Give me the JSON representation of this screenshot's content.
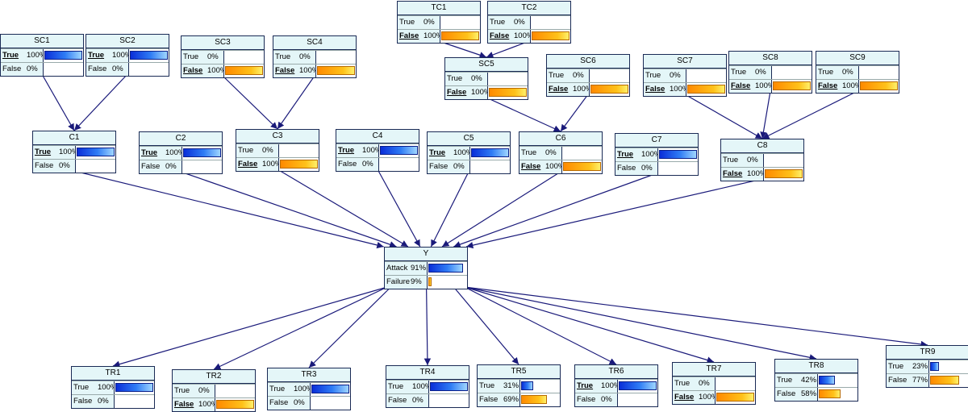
{
  "colors": {
    "node_bg": "#e4f6f8",
    "border": "#1a2a55",
    "edge": "#1a1a7a",
    "true_bar": "#1a55f0",
    "false_bar": "#ffb010"
  },
  "nodes": [
    {
      "id": "SC1",
      "rows": [
        {
          "state": "True",
          "pct": "100%",
          "value": 1.0,
          "evidence": true,
          "color": "blue"
        },
        {
          "state": "False",
          "pct": "0%",
          "value": 0.0,
          "evidence": false,
          "color": "orange"
        }
      ]
    },
    {
      "id": "SC2",
      "rows": [
        {
          "state": "True",
          "pct": "100%",
          "value": 1.0,
          "evidence": true,
          "color": "blue"
        },
        {
          "state": "False",
          "pct": "0%",
          "value": 0.0,
          "evidence": false,
          "color": "orange"
        }
      ]
    },
    {
      "id": "SC3",
      "rows": [
        {
          "state": "True",
          "pct": "0%",
          "value": 0.0,
          "evidence": false,
          "color": "blue"
        },
        {
          "state": "False",
          "pct": "100%",
          "value": 1.0,
          "evidence": true,
          "color": "orange"
        }
      ]
    },
    {
      "id": "SC4",
      "rows": [
        {
          "state": "True",
          "pct": "0%",
          "value": 0.0,
          "evidence": false,
          "color": "blue"
        },
        {
          "state": "False",
          "pct": "100%",
          "value": 1.0,
          "evidence": true,
          "color": "orange"
        }
      ]
    },
    {
      "id": "TC1",
      "rows": [
        {
          "state": "True",
          "pct": "0%",
          "value": 0.0,
          "evidence": false,
          "color": "blue"
        },
        {
          "state": "False",
          "pct": "100%",
          "value": 1.0,
          "evidence": true,
          "color": "orange"
        }
      ]
    },
    {
      "id": "TC2",
      "rows": [
        {
          "state": "True",
          "pct": "0%",
          "value": 0.0,
          "evidence": false,
          "color": "blue"
        },
        {
          "state": "False",
          "pct": "100%",
          "value": 1.0,
          "evidence": true,
          "color": "orange"
        }
      ]
    },
    {
      "id": "SC5",
      "rows": [
        {
          "state": "True",
          "pct": "0%",
          "value": 0.0,
          "evidence": false,
          "color": "blue"
        },
        {
          "state": "False",
          "pct": "100%",
          "value": 1.0,
          "evidence": true,
          "color": "orange"
        }
      ]
    },
    {
      "id": "SC6",
      "rows": [
        {
          "state": "True",
          "pct": "0%",
          "value": 0.0,
          "evidence": false,
          "color": "blue"
        },
        {
          "state": "False",
          "pct": "100%",
          "value": 1.0,
          "evidence": true,
          "color": "orange"
        }
      ]
    },
    {
      "id": "SC7",
      "rows": [
        {
          "state": "True",
          "pct": "0%",
          "value": 0.0,
          "evidence": false,
          "color": "blue"
        },
        {
          "state": "False",
          "pct": "100%",
          "value": 1.0,
          "evidence": true,
          "color": "orange"
        }
      ]
    },
    {
      "id": "SC8",
      "rows": [
        {
          "state": "True",
          "pct": "0%",
          "value": 0.0,
          "evidence": false,
          "color": "blue"
        },
        {
          "state": "False",
          "pct": "100%",
          "value": 1.0,
          "evidence": true,
          "color": "orange"
        }
      ]
    },
    {
      "id": "SC9",
      "rows": [
        {
          "state": "True",
          "pct": "0%",
          "value": 0.0,
          "evidence": false,
          "color": "blue"
        },
        {
          "state": "False",
          "pct": "100%",
          "value": 1.0,
          "evidence": true,
          "color": "orange"
        }
      ]
    },
    {
      "id": "C1",
      "rows": [
        {
          "state": "True",
          "pct": "100%",
          "value": 1.0,
          "evidence": true,
          "color": "blue"
        },
        {
          "state": "False",
          "pct": "0%",
          "value": 0.0,
          "evidence": false,
          "color": "orange"
        }
      ]
    },
    {
      "id": "C2",
      "rows": [
        {
          "state": "True",
          "pct": "100%",
          "value": 1.0,
          "evidence": true,
          "color": "blue"
        },
        {
          "state": "False",
          "pct": "0%",
          "value": 0.0,
          "evidence": false,
          "color": "orange"
        }
      ]
    },
    {
      "id": "C3",
      "rows": [
        {
          "state": "True",
          "pct": "0%",
          "value": 0.0,
          "evidence": false,
          "color": "blue"
        },
        {
          "state": "False",
          "pct": "100%",
          "value": 1.0,
          "evidence": true,
          "color": "orange"
        }
      ]
    },
    {
      "id": "C4",
      "rows": [
        {
          "state": "True",
          "pct": "100%",
          "value": 1.0,
          "evidence": true,
          "color": "blue"
        },
        {
          "state": "False",
          "pct": "0%",
          "value": 0.0,
          "evidence": false,
          "color": "orange"
        }
      ]
    },
    {
      "id": "C5",
      "rows": [
        {
          "state": "True",
          "pct": "100%",
          "value": 1.0,
          "evidence": true,
          "color": "blue"
        },
        {
          "state": "False",
          "pct": "0%",
          "value": 0.0,
          "evidence": false,
          "color": "orange"
        }
      ]
    },
    {
      "id": "C6",
      "rows": [
        {
          "state": "True",
          "pct": "0%",
          "value": 0.0,
          "evidence": false,
          "color": "blue"
        },
        {
          "state": "False",
          "pct": "100%",
          "value": 1.0,
          "evidence": true,
          "color": "orange"
        }
      ]
    },
    {
      "id": "C7",
      "rows": [
        {
          "state": "True",
          "pct": "100%",
          "value": 1.0,
          "evidence": true,
          "color": "blue"
        },
        {
          "state": "False",
          "pct": "0%",
          "value": 0.0,
          "evidence": false,
          "color": "orange"
        }
      ]
    },
    {
      "id": "C8",
      "rows": [
        {
          "state": "True",
          "pct": "0%",
          "value": 0.0,
          "evidence": false,
          "color": "blue"
        },
        {
          "state": "False",
          "pct": "100%",
          "value": 1.0,
          "evidence": true,
          "color": "orange"
        }
      ]
    },
    {
      "id": "Y",
      "rows": [
        {
          "state": "Attack",
          "pct": "91%",
          "value": 0.91,
          "evidence": false,
          "color": "blue"
        },
        {
          "state": "Failure",
          "pct": "9%",
          "value": 0.09,
          "evidence": false,
          "color": "orange"
        }
      ]
    },
    {
      "id": "TR1",
      "rows": [
        {
          "state": "True",
          "pct": "100%",
          "value": 1.0,
          "evidence": false,
          "color": "blue"
        },
        {
          "state": "False",
          "pct": "0%",
          "value": 0.0,
          "evidence": false,
          "color": "orange"
        }
      ]
    },
    {
      "id": "TR2",
      "rows": [
        {
          "state": "True",
          "pct": "0%",
          "value": 0.0,
          "evidence": false,
          "color": "blue"
        },
        {
          "state": "False",
          "pct": "100%",
          "value": 1.0,
          "evidence": true,
          "color": "orange"
        }
      ]
    },
    {
      "id": "TR3",
      "rows": [
        {
          "state": "True",
          "pct": "100%",
          "value": 1.0,
          "evidence": false,
          "color": "blue"
        },
        {
          "state": "False",
          "pct": "0%",
          "value": 0.0,
          "evidence": false,
          "color": "orange"
        }
      ]
    },
    {
      "id": "TR4",
      "rows": [
        {
          "state": "True",
          "pct": "100%",
          "value": 1.0,
          "evidence": false,
          "color": "blue"
        },
        {
          "state": "False",
          "pct": "0%",
          "value": 0.0,
          "evidence": false,
          "color": "orange"
        }
      ]
    },
    {
      "id": "TR5",
      "rows": [
        {
          "state": "True",
          "pct": "31%",
          "value": 0.31,
          "evidence": false,
          "color": "blue"
        },
        {
          "state": "False",
          "pct": "69%",
          "value": 0.69,
          "evidence": false,
          "color": "orange"
        }
      ]
    },
    {
      "id": "TR6",
      "rows": [
        {
          "state": "True",
          "pct": "100%",
          "value": 1.0,
          "evidence": true,
          "color": "blue"
        },
        {
          "state": "False",
          "pct": "0%",
          "value": 0.0,
          "evidence": false,
          "color": "orange"
        }
      ]
    },
    {
      "id": "TR7",
      "rows": [
        {
          "state": "True",
          "pct": "0%",
          "value": 0.0,
          "evidence": false,
          "color": "blue"
        },
        {
          "state": "False",
          "pct": "100%",
          "value": 1.0,
          "evidence": true,
          "color": "orange"
        }
      ]
    },
    {
      "id": "TR8",
      "rows": [
        {
          "state": "True",
          "pct": "42%",
          "value": 0.42,
          "evidence": false,
          "color": "blue"
        },
        {
          "state": "False",
          "pct": "58%",
          "value": 0.58,
          "evidence": false,
          "color": "orange"
        }
      ]
    },
    {
      "id": "TR9",
      "rows": [
        {
          "state": "True",
          "pct": "23%",
          "value": 0.23,
          "evidence": false,
          "color": "blue"
        },
        {
          "state": "False",
          "pct": "77%",
          "value": 0.77,
          "evidence": false,
          "color": "orange"
        }
      ]
    }
  ],
  "edges": [
    [
      "SC1",
      "C1"
    ],
    [
      "SC2",
      "C1"
    ],
    [
      "SC3",
      "C3"
    ],
    [
      "SC4",
      "C3"
    ],
    [
      "TC1",
      "SC5"
    ],
    [
      "TC2",
      "SC5"
    ],
    [
      "SC5",
      "C6"
    ],
    [
      "SC6",
      "C6"
    ],
    [
      "SC7",
      "C8"
    ],
    [
      "SC8",
      "C8"
    ],
    [
      "SC9",
      "C8"
    ],
    [
      "C1",
      "Y"
    ],
    [
      "C2",
      "Y"
    ],
    [
      "C3",
      "Y"
    ],
    [
      "C4",
      "Y"
    ],
    [
      "C5",
      "Y"
    ],
    [
      "C6",
      "Y"
    ],
    [
      "C7",
      "Y"
    ],
    [
      "C8",
      "Y"
    ],
    [
      "Y",
      "TR1"
    ],
    [
      "Y",
      "TR2"
    ],
    [
      "Y",
      "TR3"
    ],
    [
      "Y",
      "TR4"
    ],
    [
      "Y",
      "TR5"
    ],
    [
      "Y",
      "TR6"
    ],
    [
      "Y",
      "TR7"
    ],
    [
      "Y",
      "TR8"
    ],
    [
      "Y",
      "TR9"
    ]
  ]
}
